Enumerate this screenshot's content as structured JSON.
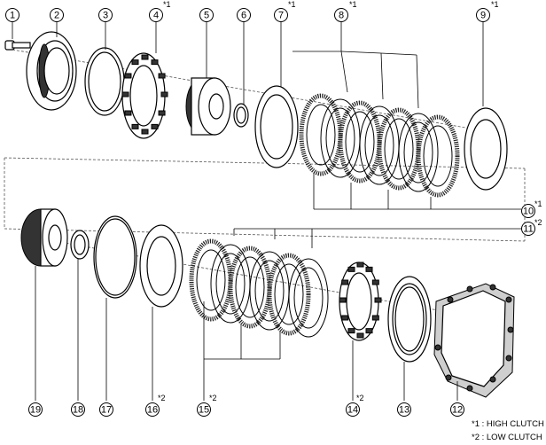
{
  "callouts": [
    {
      "id": "1",
      "label": "1"
    },
    {
      "id": "2",
      "label": "2"
    },
    {
      "id": "3",
      "label": "3"
    },
    {
      "id": "4",
      "label": "4"
    },
    {
      "id": "5",
      "label": "5"
    },
    {
      "id": "6",
      "label": "6"
    },
    {
      "id": "7",
      "label": "7"
    },
    {
      "id": "8",
      "label": "8"
    },
    {
      "id": "9",
      "label": "9"
    },
    {
      "id": "10",
      "label": "10"
    },
    {
      "id": "11",
      "label": "11"
    },
    {
      "id": "12",
      "label": "12"
    },
    {
      "id": "13",
      "label": "13"
    },
    {
      "id": "14",
      "label": "14"
    },
    {
      "id": "15",
      "label": "15"
    },
    {
      "id": "16",
      "label": "16"
    },
    {
      "id": "17",
      "label": "17"
    },
    {
      "id": "18",
      "label": "18"
    },
    {
      "id": "19",
      "label": "19"
    }
  ],
  "notes": {
    "n1": "*1",
    "n2": "*2"
  },
  "legend": {
    "line1": "*1 : HIGH CLUTCH",
    "line2": "*2 : LOW CLUTCH"
  }
}
